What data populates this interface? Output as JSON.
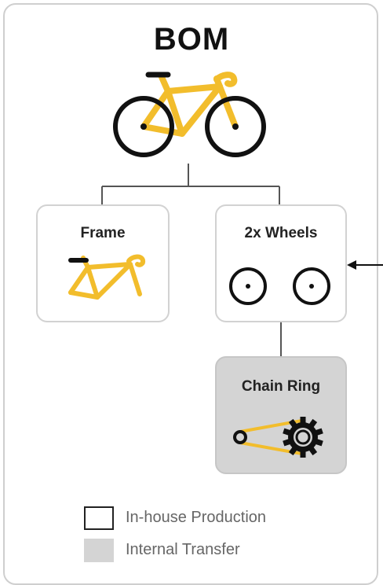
{
  "title": "BOM",
  "nodes": {
    "frame": {
      "label": "Frame",
      "type": "in-house"
    },
    "wheels": {
      "label": "2x Wheels",
      "type": "in-house"
    },
    "chain_ring": {
      "label": "Chain Ring",
      "type": "internal-transfer"
    }
  },
  "legend": {
    "in_house": "In-house Production",
    "internal_transfer": "Internal Transfer"
  },
  "colors": {
    "bike_yellow": "#f2bd2c",
    "outline": "#111111",
    "box_border": "#d2d2d2",
    "transfer_fill": "#d4d4d4",
    "connector": "#555555"
  },
  "icons": [
    "bicycle-icon",
    "frame-icon",
    "wheel-icon",
    "chain-ring-icon",
    "incoming-arrow-icon"
  ]
}
